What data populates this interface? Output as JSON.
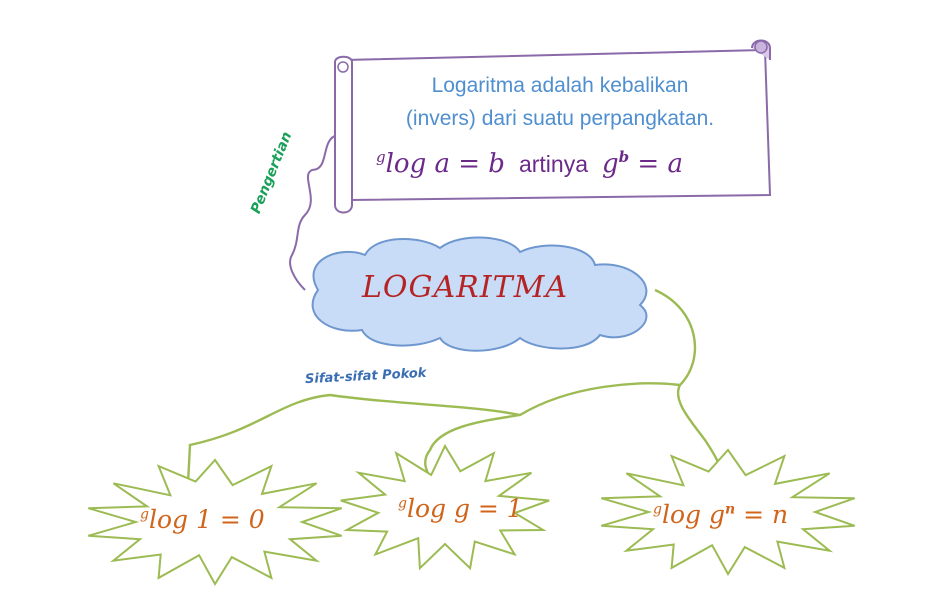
{
  "definition": {
    "line1": "Logaritma adalah kebalikan",
    "line2": "(invers) dari suatu perpangkatan.",
    "formula": {
      "base_sup": "g",
      "log_text": "log a = b",
      "middle": "artinya",
      "right_base": "g",
      "right_sup": "b",
      "right_rest": " = a"
    }
  },
  "center": {
    "title": "LOGARITMA"
  },
  "labels": {
    "pengertian": "Pengertian",
    "sifat": "Sifat-sifat Pokok"
  },
  "properties": [
    {
      "sup": "g",
      "body": "log 1 = 0"
    },
    {
      "sup": "g",
      "body": "log g = 1"
    },
    {
      "sup": "g",
      "body_pre": "log g",
      "exp": "n",
      "body_post": " = n"
    }
  ],
  "colors": {
    "scroll_border": "#8a6aa8",
    "cloud_fill": "#c9dcf7",
    "cloud_border": "#6f97cf",
    "connector": "#9cbb53",
    "star_border": "#9cbb53",
    "title": "#b42424",
    "formula": "#d0641a"
  }
}
